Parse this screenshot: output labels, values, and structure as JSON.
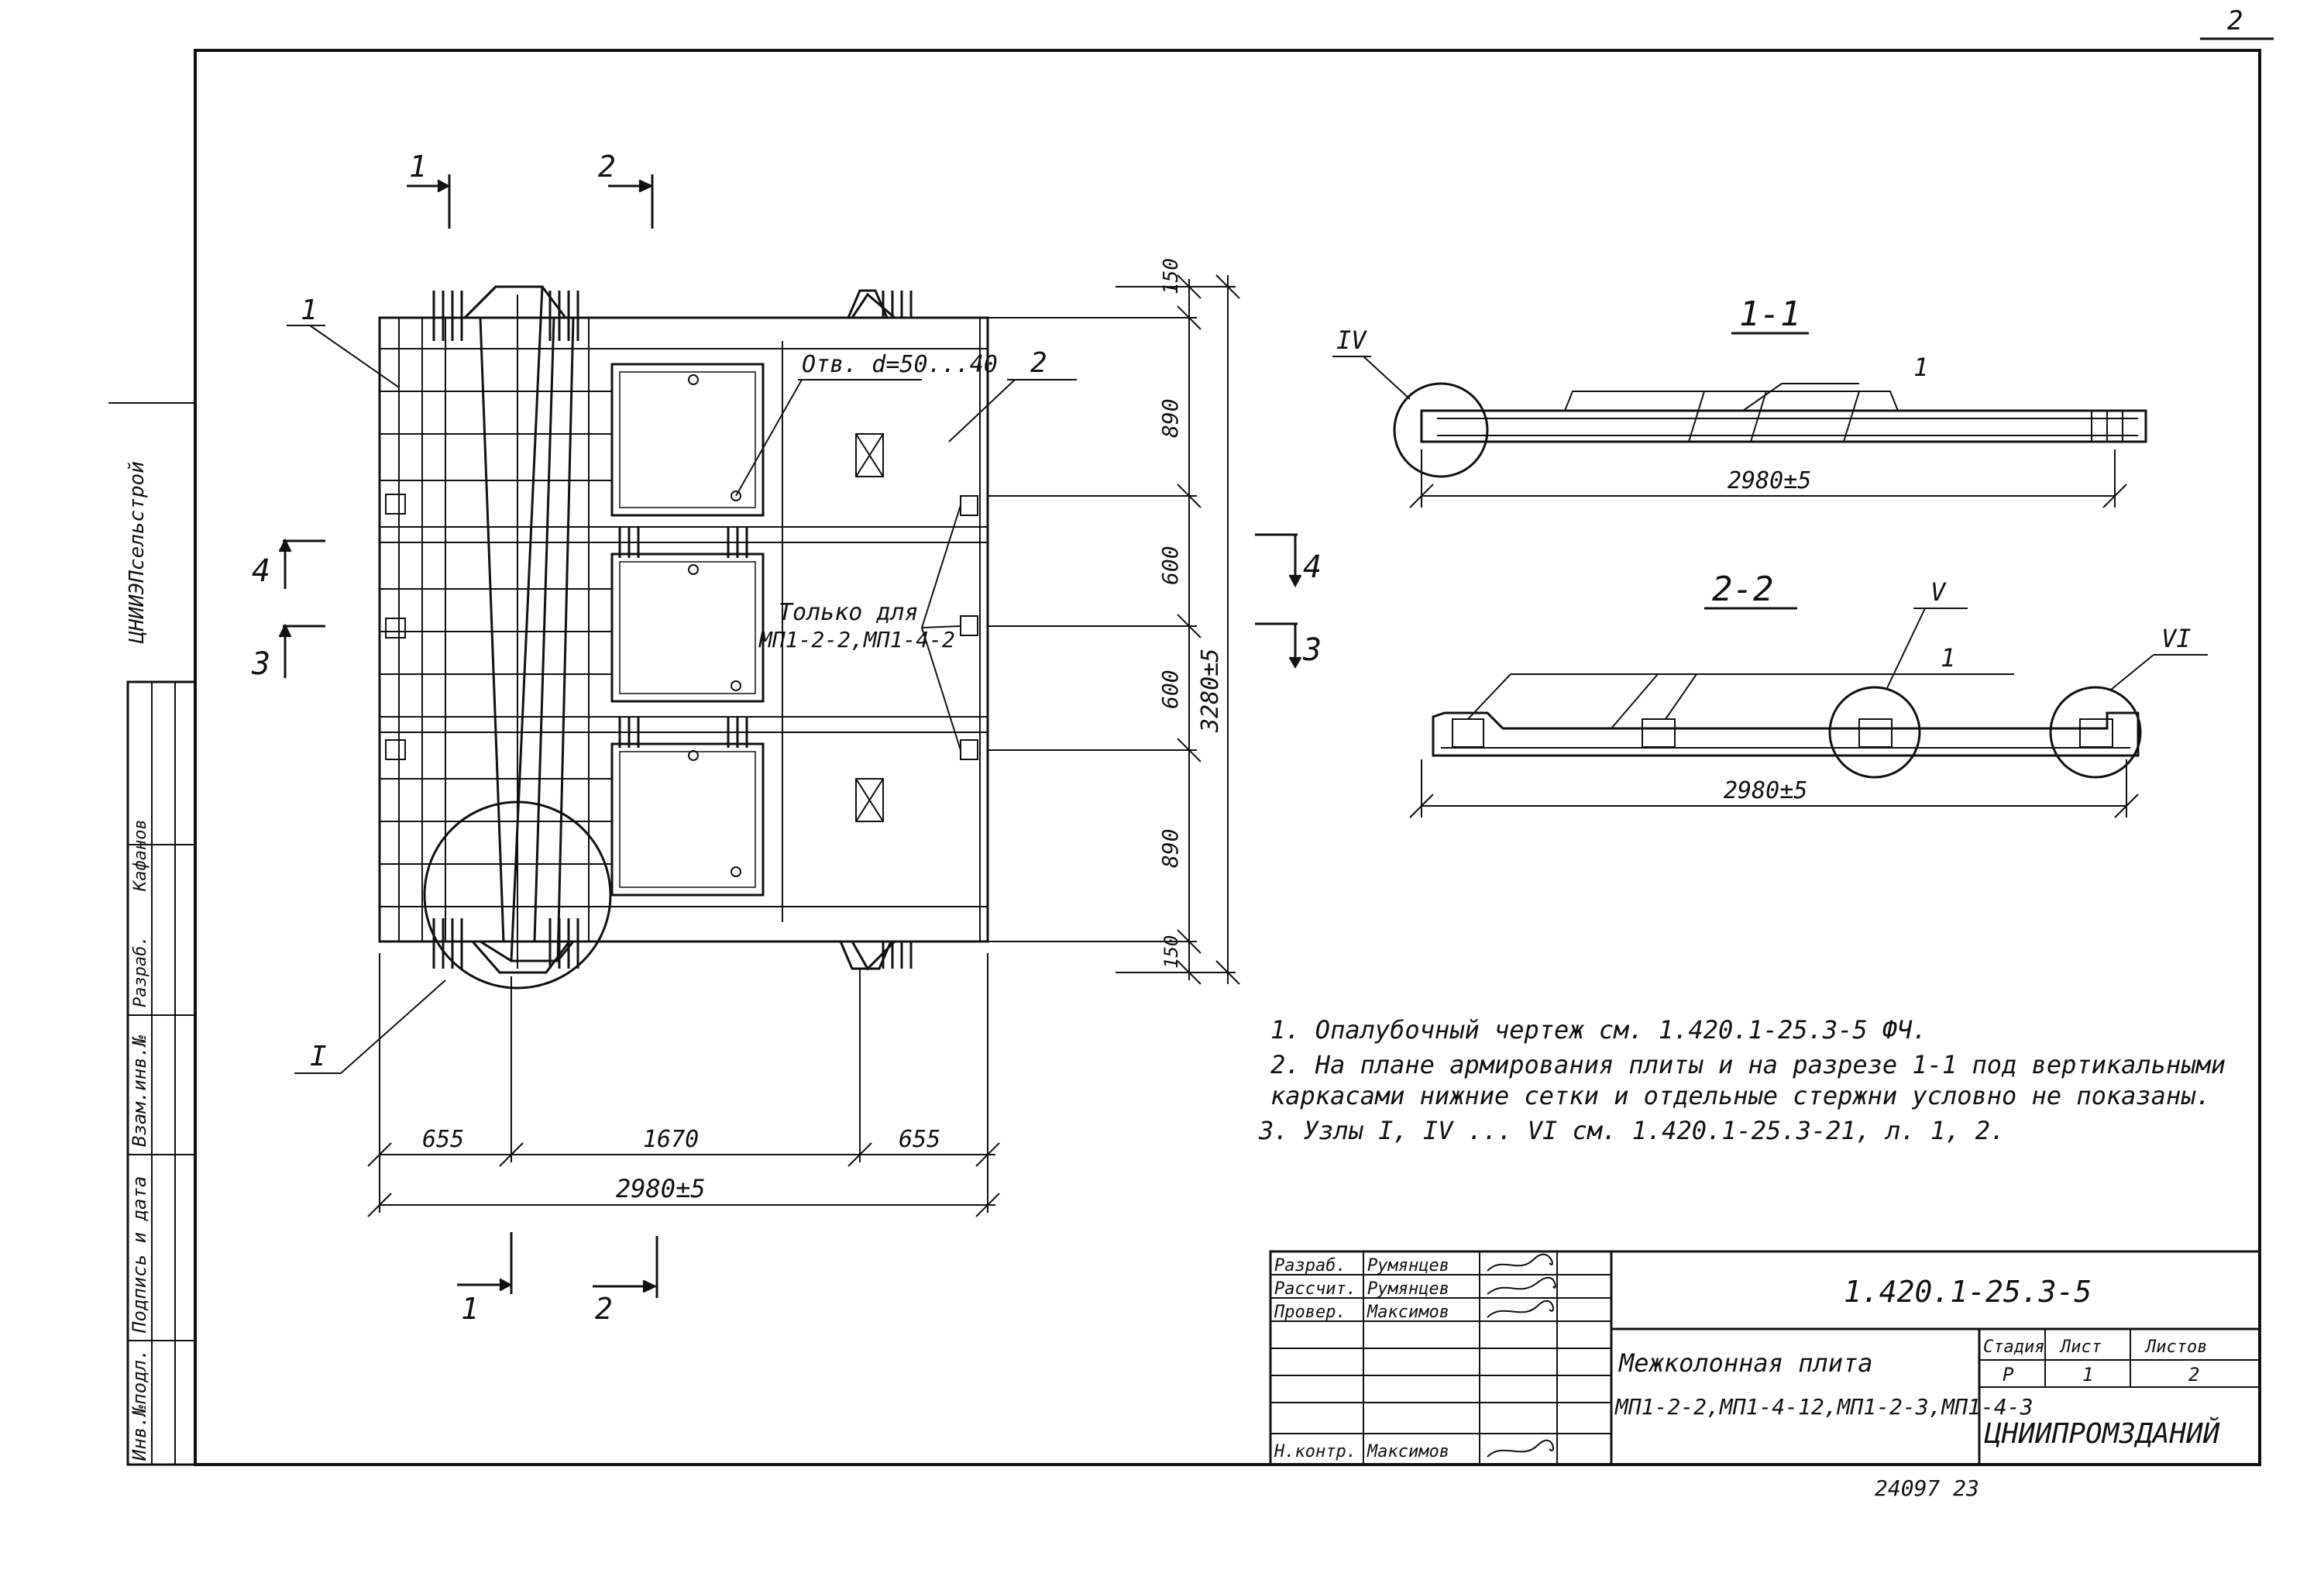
{
  "sheet": {
    "corner_mark": "2",
    "bottom_mark": "24097 23"
  },
  "side_stamp": {
    "org": "ЦНИИЭПсельстрой",
    "inv_podl": "Инв.№подл.",
    "sign_date": "Подпись и дата",
    "vzam_inv": "Взам.инв.№",
    "razrab_short": "Разраб.",
    "name": "Кафанов"
  },
  "plan": {
    "section_marks": [
      "1",
      "2",
      "1",
      "2"
    ],
    "level_marks": [
      "4",
      "3",
      "4",
      "3"
    ],
    "leader_labels": [
      "1",
      "2"
    ],
    "node_label": "I",
    "hole_note": "Отв. d=50...40",
    "only_for_line1": "Только для",
    "only_for_line2": "МП1-2-2,МП1-4-2",
    "dims_right": [
      "150",
      "890",
      "600",
      "600",
      "890",
      "150"
    ],
    "total_height": "3280±5",
    "dims_bottom": [
      "655",
      "1670",
      "655"
    ],
    "total_width": "2980±5"
  },
  "section_1_1": {
    "title": "1-1",
    "node": "IV",
    "leader": "1",
    "dim": "2980±5"
  },
  "section_2_2": {
    "title": "2-2",
    "nodes": [
      "V",
      "VI"
    ],
    "leader": "1",
    "dim": "2980±5"
  },
  "notes": [
    "1. Опалубочный чертеж см. 1.420.1-25.3-5 ФЧ.",
    "2. На плане армирования плиты и на разрезе 1-1 под вертикальными",
    "   каркасами нижние сетки и отдельные стержни условно не показаны.",
    "3. Узлы I, IV ... VI см. 1.420.1-25.3-21, л. 1, 2."
  ],
  "title_block": {
    "doc_code": "1.420.1-25.3-5",
    "rows": [
      {
        "role": "Разраб.",
        "name": "Румянцев"
      },
      {
        "role": "Рассчит.",
        "name": "Румянцев"
      },
      {
        "role": "Провер.",
        "name": "Максимов"
      },
      {
        "role": "Н.контр.",
        "name": "Максимов"
      }
    ],
    "title_line1": "Межколонная плита",
    "title_line2": "МП1-2-2,МП1-4-12,МП1-2-3,МП1-4-3",
    "stage_label": "Стадия",
    "sheet_label": "Лист",
    "sheets_label": "Листов",
    "stage": "Р",
    "sheet": "1",
    "sheets": "2",
    "org": "ЦНИИПРОМЗДАНИЙ"
  }
}
